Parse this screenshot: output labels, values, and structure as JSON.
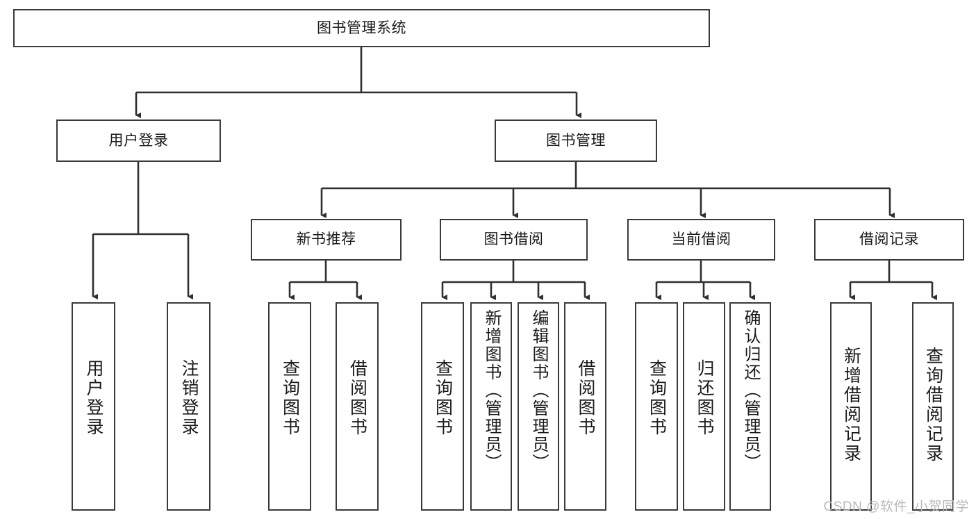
{
  "diagram": {
    "type": "tree-hierarchy",
    "title": "图书管理系统",
    "watermark": "CSDN @软件_小贺同学",
    "colors": {
      "box_border": "#3a3a3a",
      "box_fill": "#ffffff",
      "connector": "#2f2f2f",
      "text": "#1a1a1a",
      "watermark": "#b9b9b9",
      "background": "#ffffff"
    },
    "nodes": {
      "root": {
        "label": "图书管理系统"
      },
      "level2": [
        {
          "label": "用户登录"
        },
        {
          "label": "图书管理"
        }
      ],
      "level3": [
        {
          "label": "新书推荐"
        },
        {
          "label": "图书借阅"
        },
        {
          "label": "当前借阅"
        },
        {
          "label": "借阅记录"
        }
      ],
      "leaves": {
        "user_login": [
          {
            "label": "用户登录"
          },
          {
            "label": "注销登录"
          }
        ],
        "new_book_recommend": [
          {
            "label": "查询图书"
          },
          {
            "label": "借阅图书"
          }
        ],
        "book_borrow": [
          {
            "label": "查询图书"
          },
          {
            "label": "新增图书（管理员）"
          },
          {
            "label": "编辑图书（管理员）"
          },
          {
            "label": "借阅图书"
          }
        ],
        "current_borrow": [
          {
            "label": "查询图书"
          },
          {
            "label": "归还图书"
          },
          {
            "label": "确认归还（管理员）"
          }
        ],
        "borrow_record": [
          {
            "label": "新增借阅记录"
          },
          {
            "label": "查询借阅记录"
          }
        ]
      }
    }
  }
}
